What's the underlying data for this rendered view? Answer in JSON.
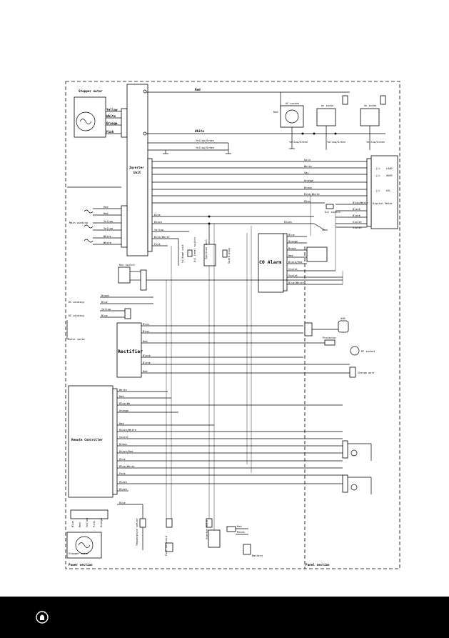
{
  "generator": {
    "title": "Stepper motor",
    "wires": [
      "Yellow",
      "White",
      "Orange",
      "Pink"
    ]
  },
  "inverter": {
    "title_line1": "Inverter",
    "title_line2": "Unit"
  },
  "top_wires": {
    "red": "Red",
    "white": "White",
    "yg1": "Yellow/Green",
    "yg2": "Yellow/Green"
  },
  "ac_outlet": {
    "label": "AC socket",
    "red": "Red",
    "white": "White",
    "yg": "Yellow/Green"
  },
  "dc_socket_a": {
    "label": "dc socke",
    "yg": "Yellow/Green"
  },
  "dc_socket_b": {
    "label": "dc socke",
    "yg": "Yellow/Green"
  },
  "right_wires": [
    "Gold",
    "White",
    "Gay",
    "Orange",
    "Brown",
    "Blue/White",
    "Blue"
  ],
  "digital_meter": {
    "label": "Digital Meter",
    "wires": [
      "Blue/White",
      "Black",
      "Black",
      "Violet",
      "Violet"
    ],
    "leds": [
      "LOAD",
      "OVER",
      "OIL"
    ],
    "led_marks": [
      "-||>",
      "-||>",
      "-||>"
    ]
  },
  "oil_switch": {
    "label": "Oil switch"
  },
  "main_winding": {
    "label": "Main winding",
    "wires": [
      "Red",
      "Red",
      "Yellow",
      "Yellow",
      "White",
      "White"
    ]
  },
  "inverter_lower_wires": [
    "Blue",
    "Black",
    "Yellow",
    "Blue/White",
    "Pink"
  ],
  "black_wire": "Black",
  "small_parts": {
    "p1": "Voltage unit",
    "p2": "Oil level switch",
    "p3": "Ignition coil",
    "p4": "Spark plug"
  },
  "co_alarm": {
    "title": "CO Alarm",
    "wires": [
      "Blue",
      "Orange",
      "Brown",
      "Red",
      "Black/Red",
      "Violet",
      "Violet",
      "Blue/White"
    ]
  },
  "run_switch": {
    "label": "Run switch"
  },
  "dc_winding": {
    "label": "DC winding",
    "wires": [
      "Brown",
      "Blue"
    ]
  },
  "dc_winding2": {
    "label": "DC winding",
    "wires": [
      "Yellow",
      "Blue"
    ]
  },
  "motor_socket": {
    "label": "Motor socke"
  },
  "rectifier": {
    "title": "Rectifier",
    "wires": [
      "Blue",
      "Blue",
      "Red",
      "Black",
      "Black",
      "Red"
    ]
  },
  "usb": {
    "label": "USB"
  },
  "protector": {
    "label": "Protector"
  },
  "dc_socket_r": {
    "label": "DC socket"
  },
  "charge_port": {
    "label": "Charge port"
  },
  "remote": {
    "title": "Remote Controller",
    "wires": [
      "White",
      "Red",
      "Blue/Wh",
      "Orange",
      "Red",
      "Black/White",
      "Violet",
      "Brown",
      "Black/Red",
      "Blue",
      "Blue/White",
      "Pink",
      "Black",
      "Black"
    ],
    "bottom_wire": "Blue"
  },
  "power_socket": {
    "wires": [
      "Blue",
      "Red",
      "Yellow",
      "Pink",
      "Orange"
    ],
    "title": "Stepper motor",
    "section": "Power section"
  },
  "parts_bottom": {
    "sensor": "Temperature sensor",
    "fuel": "Fuel solenoid",
    "starter": "Starter motor",
    "red": "Red",
    "black": "Black",
    "battery": "Battery"
  },
  "panel_section": "Panel section",
  "footer": {
    "logo": "brand-logo"
  }
}
